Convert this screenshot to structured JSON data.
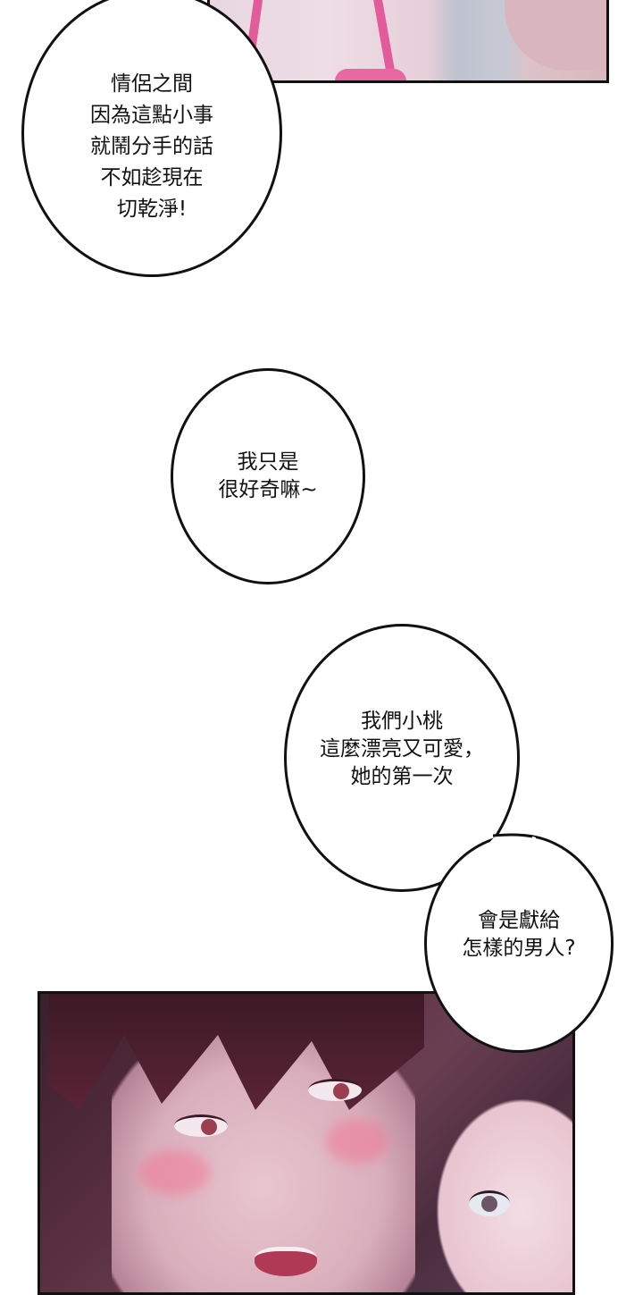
{
  "page": {
    "type": "webtoon-comic-strip",
    "background_color": "#ffffff",
    "border_color": "#111111"
  },
  "panels": [
    {
      "id": "panel-top",
      "description": "close-up of a girl's shoulder with pink strap and a man's face at right",
      "accent_color": "#e35b9a"
    },
    {
      "id": "panel-bottom",
      "description": "close-up of a blushing dark-haired young man with a dark-haired girl leaning on his shoulder",
      "accent_color": "#6b3f52"
    }
  ],
  "bubbles": [
    {
      "id": "bubble-1",
      "text": "情侶之間\n因為這點小事\n就鬧分手的話\n不如趁現在\n切乾淨!"
    },
    {
      "id": "bubble-2",
      "text": "我只是\n很好奇嘛~"
    },
    {
      "id": "bubble-3",
      "text": "我們小桃\n這麼漂亮又可愛，\n她的第一次"
    },
    {
      "id": "bubble-4",
      "text": "會是獻給\n怎樣的男人?"
    }
  ]
}
